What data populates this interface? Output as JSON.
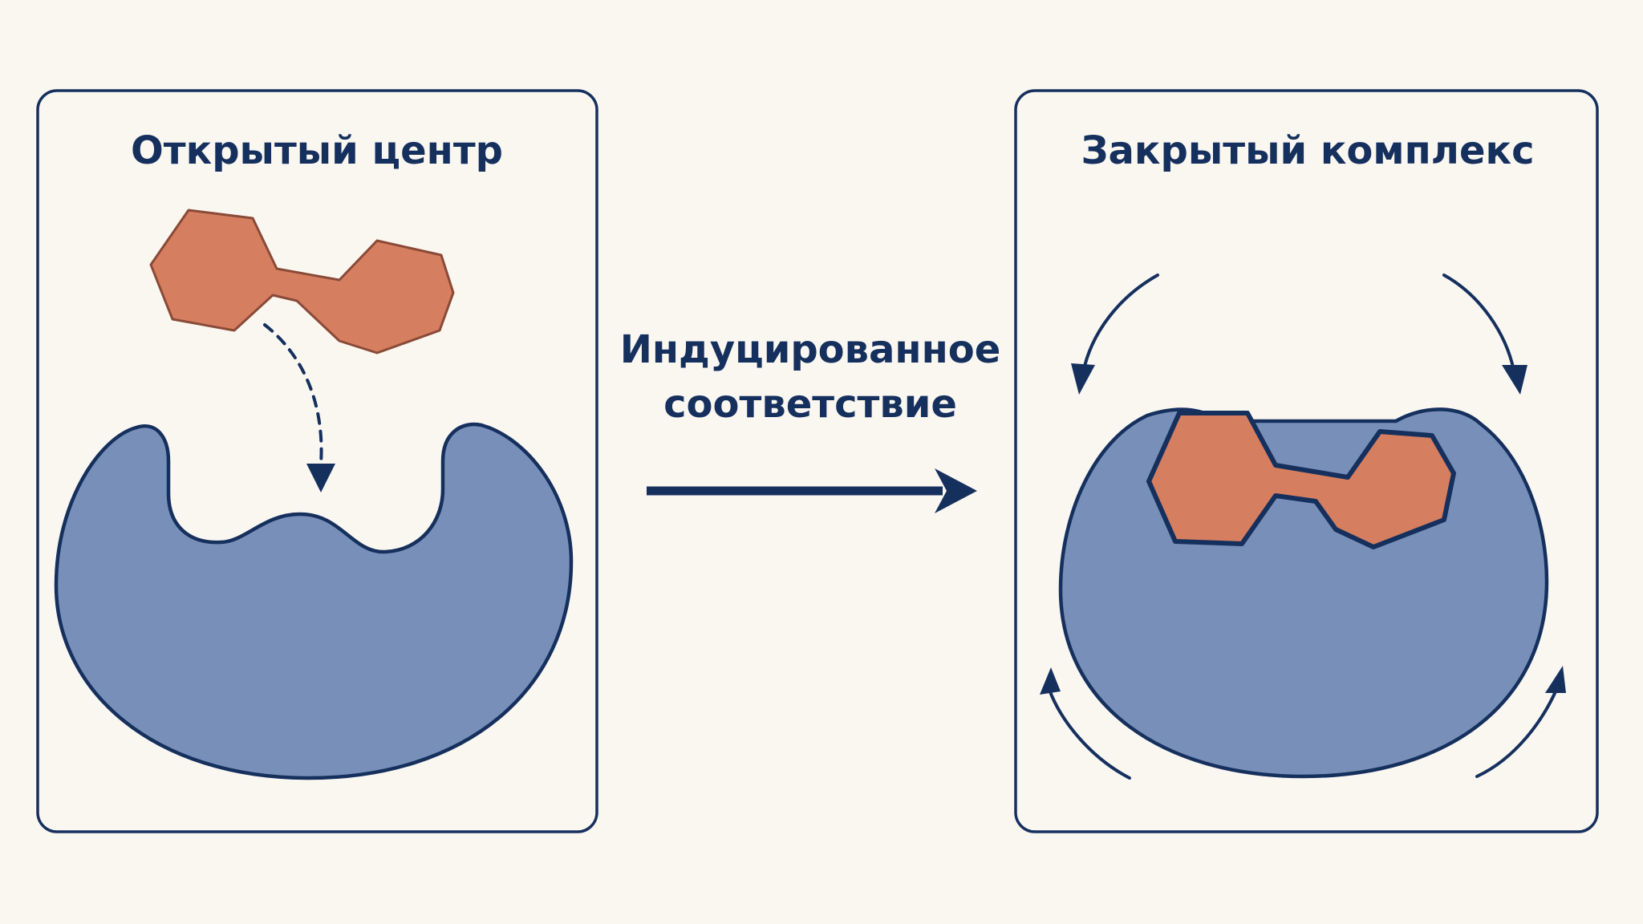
{
  "left_panel": {
    "title": "Открытый центр"
  },
  "right_panel": {
    "title": "Закрытый комплекс"
  },
  "transition": {
    "label_line1": "Индуцированное",
    "label_line2": "соответствие"
  },
  "colors": {
    "background": "#faf7f1",
    "navy": "#16305e",
    "enzyme": "#7890b9",
    "ligand": "#d57e60"
  }
}
